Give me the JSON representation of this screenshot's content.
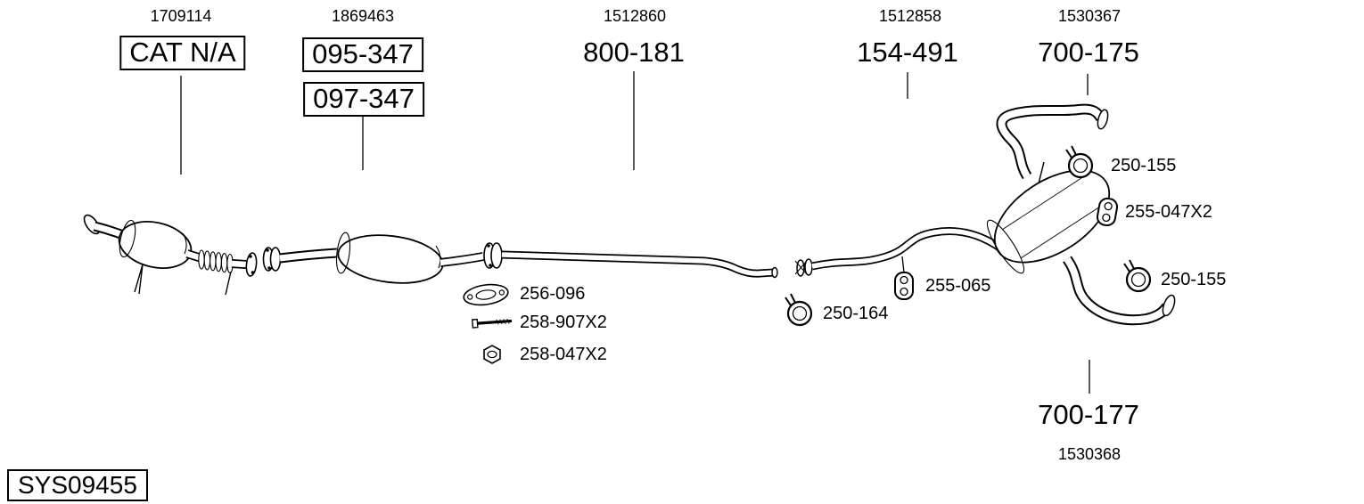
{
  "system": {
    "code": "SYS09455"
  },
  "columns": [
    {
      "ref": "1709114",
      "label": "CAT N/A"
    },
    {
      "ref": "1869463",
      "label": "095-347",
      "label2": "097-347"
    },
    {
      "ref": "1512860",
      "label": "800-181"
    },
    {
      "ref": "1512858",
      "label": "154-491"
    },
    {
      "ref": "1530367",
      "label": "700-175"
    }
  ],
  "tailpipe": {
    "label": "700-177",
    "ref": "1530368"
  },
  "callouts": {
    "gasket": "256-096",
    "bolt": "258-907X2",
    "nut": "258-047X2",
    "clamp_center": "250-164",
    "hanger_center": "255-065",
    "clamp_upper": "250-155",
    "hanger_rear": "255-047X2",
    "clamp_lower": "250-155"
  },
  "colors": {
    "ink": "#000000",
    "background": "#ffffff"
  }
}
